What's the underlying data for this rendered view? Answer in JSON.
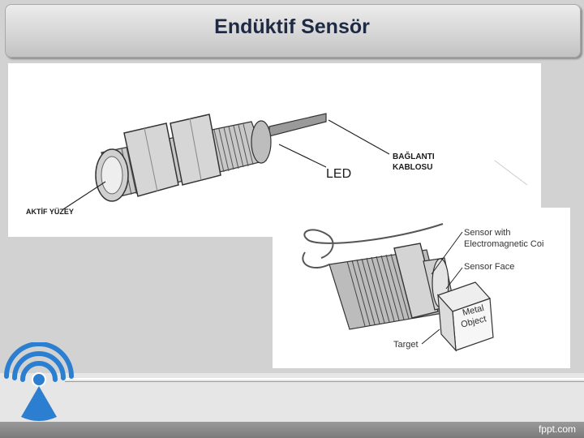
{
  "slide": {
    "title": "Endüktif Sensör",
    "footer_brand": "fppt.com"
  },
  "figure_top": {
    "labels": {
      "active_face": "AKTİF YÜZEY",
      "led": "LED",
      "cable_line1": "BAĞLANTI",
      "cable_line2": "KABLOSU"
    }
  },
  "figure_bottom": {
    "labels": {
      "sensor_with_line1": "Sensor with",
      "sensor_with_line2": "Electromagnetic Coi",
      "sensor_face": "Sensor Face",
      "target": "Target",
      "metal_line1": "Metal",
      "metal_line2": "Object"
    }
  },
  "logo": {
    "icon": "wifi-person-icon",
    "color": "#2c7fd0"
  }
}
